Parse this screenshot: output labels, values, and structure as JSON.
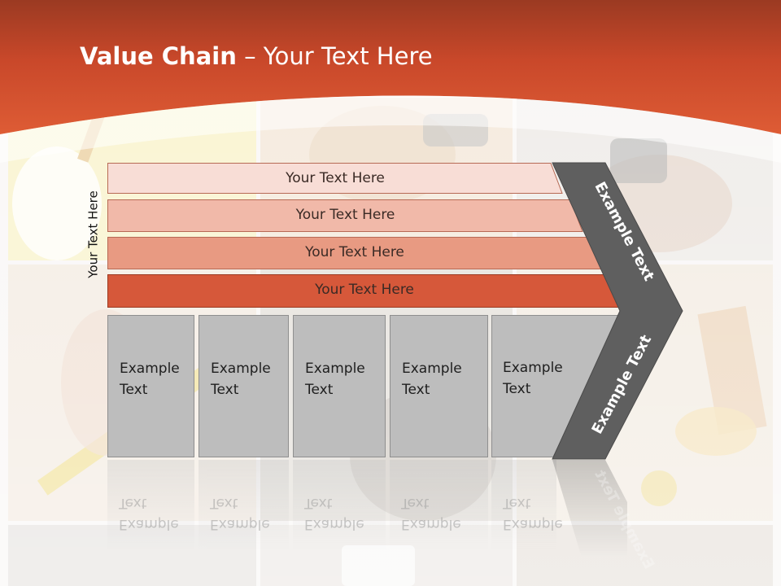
{
  "slide": {
    "title_bold": "Value Chain",
    "title_rest": " – Your Text Here",
    "vertical_label": "Your Text Here",
    "bands": [
      "Your Text Here",
      "Your Text Here",
      "Your Text Here",
      "Your Text Here"
    ],
    "boxes": [
      {
        "line1": "Example",
        "line2": "Text"
      },
      {
        "line1": "Example",
        "line2": "Text"
      },
      {
        "line1": "Example",
        "line2": "Text"
      },
      {
        "line1": "Example",
        "line2": "Text"
      },
      {
        "line1": "Example",
        "line2": "Text"
      }
    ],
    "chevron_top_label": "Example Text",
    "chevron_bottom_label": "Example Text"
  },
  "colors": {
    "header_orange": "#d4542e",
    "band1": "#f8ddd6",
    "band2": "#f1b9a9",
    "band3": "#e89a82",
    "band4": "#d6583a",
    "box_gray": "#bdbdbd",
    "chevron_dark": "#5f5f5f"
  }
}
